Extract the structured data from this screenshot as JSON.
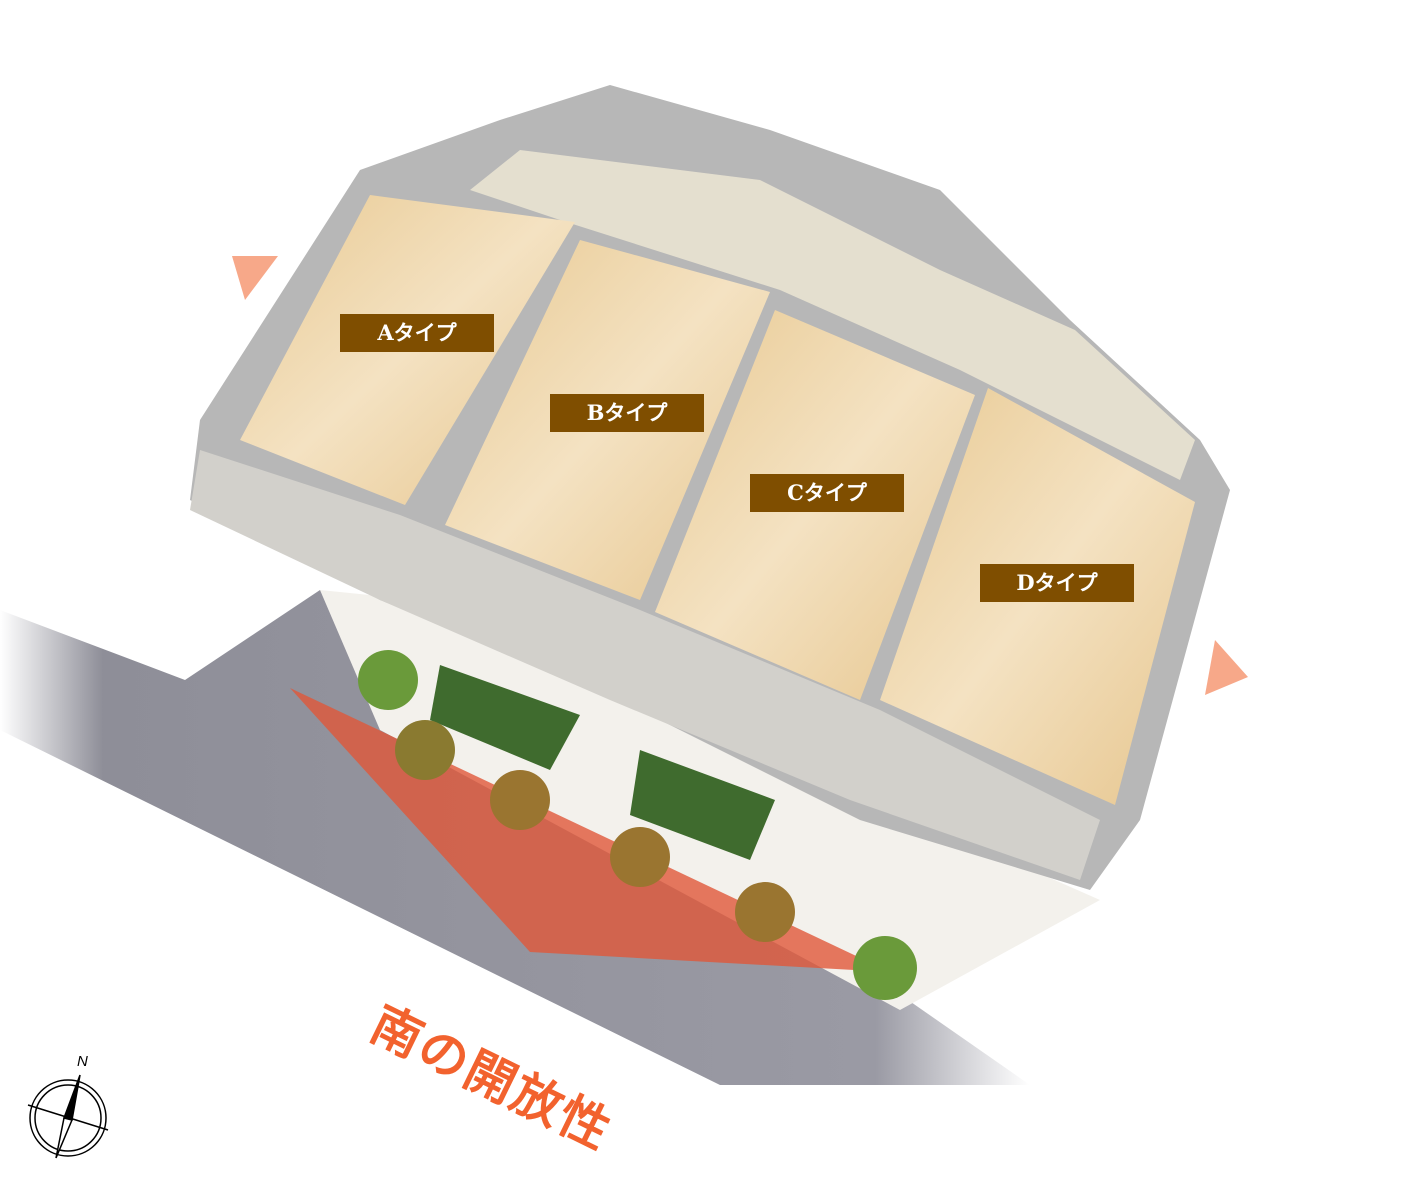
{
  "units": [
    {
      "label": "Aタイプ"
    },
    {
      "label": "Bタイプ"
    },
    {
      "label": "Cタイプ"
    },
    {
      "label": "Dタイプ"
    }
  ],
  "caption": "南の開放性",
  "compass": {
    "label": "N"
  },
  "colors": {
    "label_bg": "#7f4e00",
    "accent": "#f2622e",
    "arrow": "#e06a50",
    "road": "#8e8e98",
    "floor": "#ecd2a4"
  }
}
